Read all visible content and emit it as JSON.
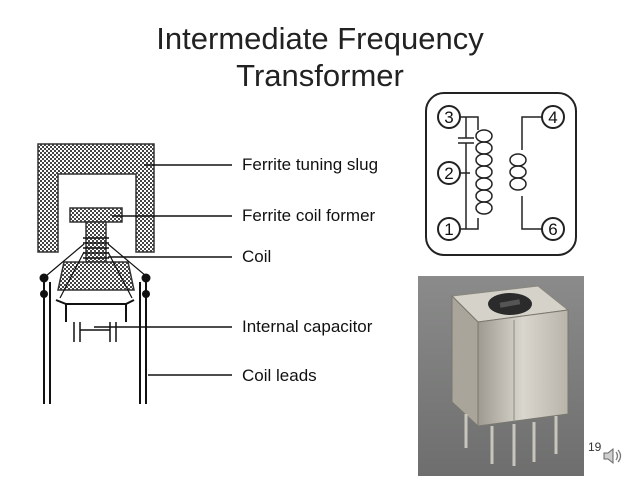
{
  "slide": {
    "title_line1": "Intermediate Frequency",
    "title_line2": "Transformer",
    "page_number": "19"
  },
  "labels": {
    "slug": "Ferrite tuning slug",
    "former": "Ferrite coil former",
    "coil": "Coil",
    "capacitor": "Internal capacitor",
    "leads": "Coil leads"
  },
  "schematic": {
    "pin3": "3",
    "pin2": "2",
    "pin1": "1",
    "pin4": "4",
    "pin6": "6"
  },
  "icons": {
    "speaker": "speaker-icon"
  },
  "colors": {
    "hatch": "#555555",
    "line": "#111111",
    "photo_bg": "#7c7d7c",
    "metal": "#c9c6bd"
  }
}
